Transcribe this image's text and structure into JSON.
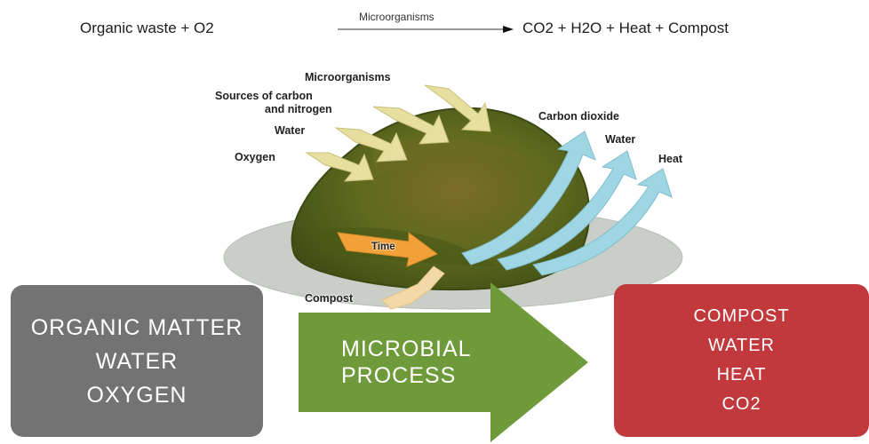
{
  "equation": {
    "left": "Organic waste  + O2",
    "catalyst": "Microorganisms",
    "right": "CO2 + H2O  + Heat + Compost"
  },
  "diagram": {
    "inputs": [
      "Microorganisms",
      "Sources of carbon",
      "and nitrogen",
      "Water",
      "Oxygen"
    ],
    "outputs": [
      "Carbon dioxide",
      "Water",
      "Heat"
    ],
    "time_label": "Time",
    "compost_label": "Compost"
  },
  "summary": {
    "left_box": [
      "ORGANIC MATTER",
      "WATER",
      "OXYGEN"
    ],
    "arrow": [
      "MICROBIAL",
      "PROCESS"
    ],
    "right_box": [
      "COMPOST",
      "WATER",
      "HEAT",
      "CO2"
    ]
  },
  "colors": {
    "left_box": "#737373",
    "arrow": "#6e9a3a",
    "right_box": "#c1393d",
    "input_arrows": "#e6dfa0",
    "output_arrows": "#9fd6e3",
    "pile": "#5a6a1c",
    "ground": "#c9cfc8"
  }
}
